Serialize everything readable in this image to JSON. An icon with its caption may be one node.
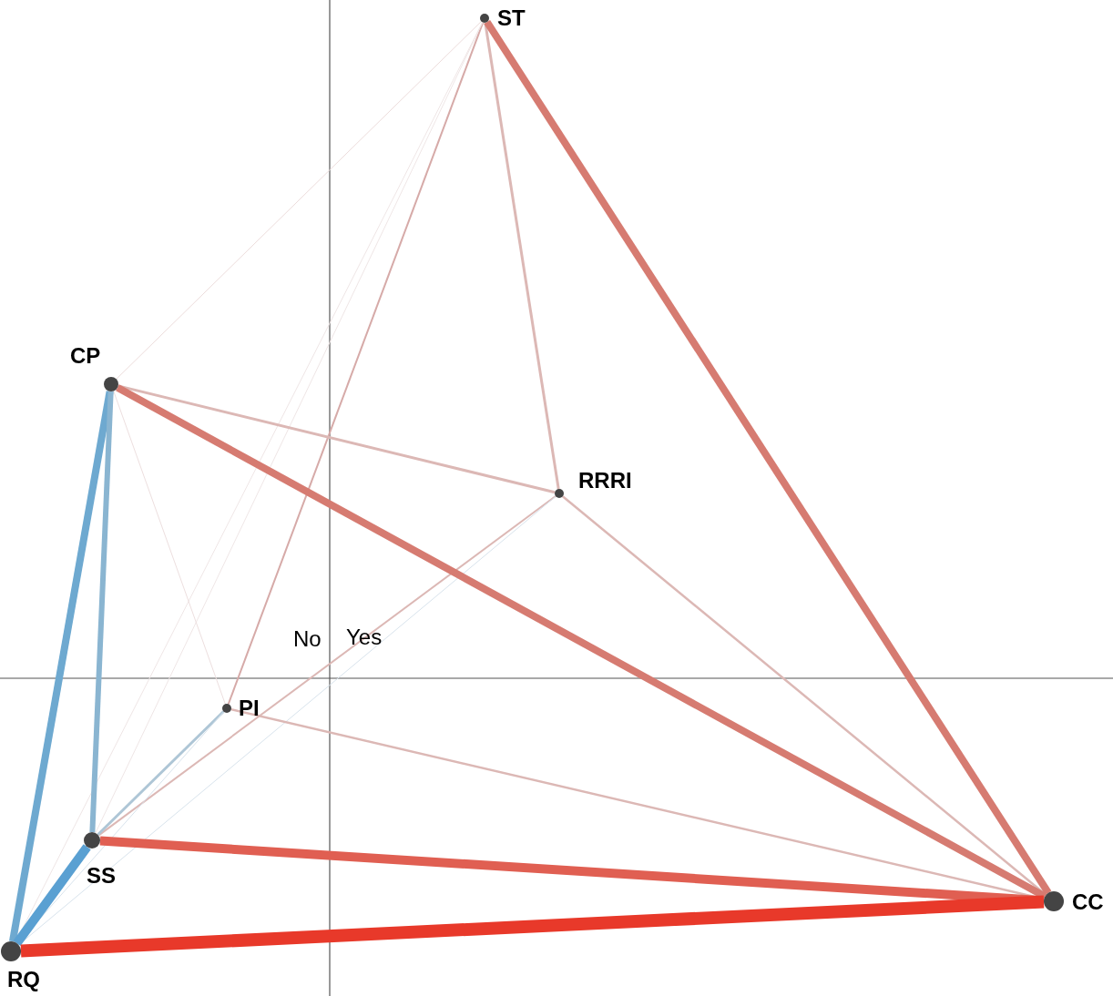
{
  "diagram": {
    "nodes": [
      {
        "text": [],
        "shape": "circle",
        "beside": [
          "ST"
        ]
      },
      {
        "text": [],
        "shape": "circle",
        "beside": [
          "CP"
        ]
      },
      {
        "text": [],
        "shape": "circle",
        "beside": [
          "RRRI"
        ]
      },
      {
        "text": [],
        "shape": "circle",
        "beside": [
          "PI"
        ]
      },
      {
        "text": [],
        "shape": "circle",
        "beside": [
          "SS"
        ]
      },
      {
        "text": [],
        "shape": "circle",
        "beside": [
          "CC"
        ]
      },
      {
        "text": [],
        "shape": "circle",
        "beside": [
          "RQ"
        ]
      }
    ],
    "edges": [
      {
        "from": 0,
        "to": 5,
        "arrow": "none",
        "style": "thick",
        "color": "#d67b71"
      },
      {
        "from": 0,
        "to": 2,
        "arrow": "none",
        "color": "#dcb8b5"
      },
      {
        "from": 0,
        "to": 1,
        "arrow": "none",
        "color": "#ecdcdb"
      },
      {
        "from": 0,
        "to": 3,
        "arrow": "none",
        "color": "#d6aaa8"
      },
      {
        "from": 0,
        "to": 4,
        "arrow": "none",
        "color": "#efe6e6"
      },
      {
        "from": 0,
        "to": 6,
        "arrow": "none",
        "color": "#efe6e6"
      },
      {
        "from": 1,
        "to": 2,
        "arrow": "none",
        "color": "#dcb8b5"
      },
      {
        "from": 1,
        "to": 5,
        "arrow": "none",
        "style": "thick",
        "color": "#d67b71"
      },
      {
        "from": 1,
        "to": 6,
        "arrow": "none",
        "style": "thick",
        "color": "#6ea9d0"
      },
      {
        "from": 1,
        "to": 4,
        "arrow": "none",
        "style": "thick",
        "color": "#8ab5d1"
      },
      {
        "from": 1,
        "to": 3,
        "arrow": "none",
        "color": "#eddfdf"
      },
      {
        "from": 2,
        "to": 5,
        "arrow": "none",
        "color": "#dcb8b5"
      },
      {
        "from": 2,
        "to": 4,
        "arrow": "none",
        "color": "#dcb8b5"
      },
      {
        "from": 2,
        "to": 6,
        "arrow": "none",
        "color": "#d8e3ec"
      },
      {
        "from": 3,
        "to": 5,
        "arrow": "none",
        "color": "#dcb8b5"
      },
      {
        "from": 3,
        "to": 4,
        "arrow": "none",
        "color": "#aec6d6"
      },
      {
        "from": 3,
        "to": 6,
        "arrow": "none",
        "color": "#d8e3ec"
      },
      {
        "from": 4,
        "to": 5,
        "arrow": "none",
        "style": "thick",
        "color": "#e05f52"
      },
      {
        "from": 4,
        "to": 6,
        "arrow": "none",
        "style": "thick",
        "color": "#5aa0d2"
      },
      {
        "from": 6,
        "to": 5,
        "arrow": "none",
        "style": "thick",
        "color": "#e8392a"
      }
    ],
    "labels": [
      "No",
      "Yes"
    ]
  }
}
